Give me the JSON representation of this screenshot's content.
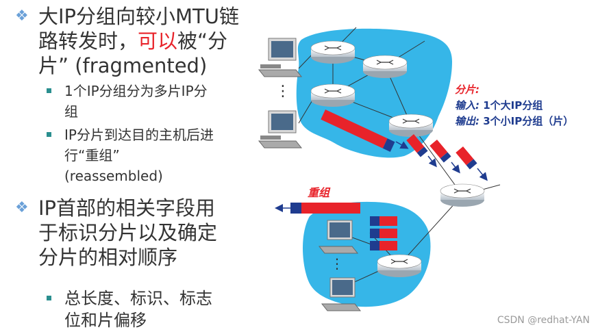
{
  "left": {
    "b1_line1": "大IP分组向较小MTU链",
    "b1_line2_a": "路转发时，",
    "b1_line2_red": "可以",
    "b1_line2_b": "被“分",
    "b1_line3": "片” (fragmented)",
    "s1_line1": "1个IP分组分为多片IP分",
    "s1_line2": "组",
    "s2_line1": "IP分片到达目的主机后进",
    "s2_line2": "行“重组”",
    "s2_line3": "(reassembled)",
    "b2_line1": "IP首部的相关字段用",
    "b2_line2": "于标识分片以及确定",
    "b2_line3": "分片的相对顺序",
    "s3_line1": "总长度、标识、标志",
    "s3_line2": "位和片偏移"
  },
  "right": {
    "frag_title": "分片:",
    "in_label": "输入:",
    "in_text": "1个大IP分组",
    "out_label": "输出:",
    "out_text": "3个小IP分组（片）",
    "reassembly": "重组"
  },
  "watermark": "CSDN @redhat-YAN",
  "colors": {
    "network_fill": "#36b6e8",
    "packet_red": "#e8232a",
    "packet_blue": "#1f3c8f",
    "bullet_teal": "#2a8f8f",
    "diamond_blue": "#6aa0d8"
  }
}
